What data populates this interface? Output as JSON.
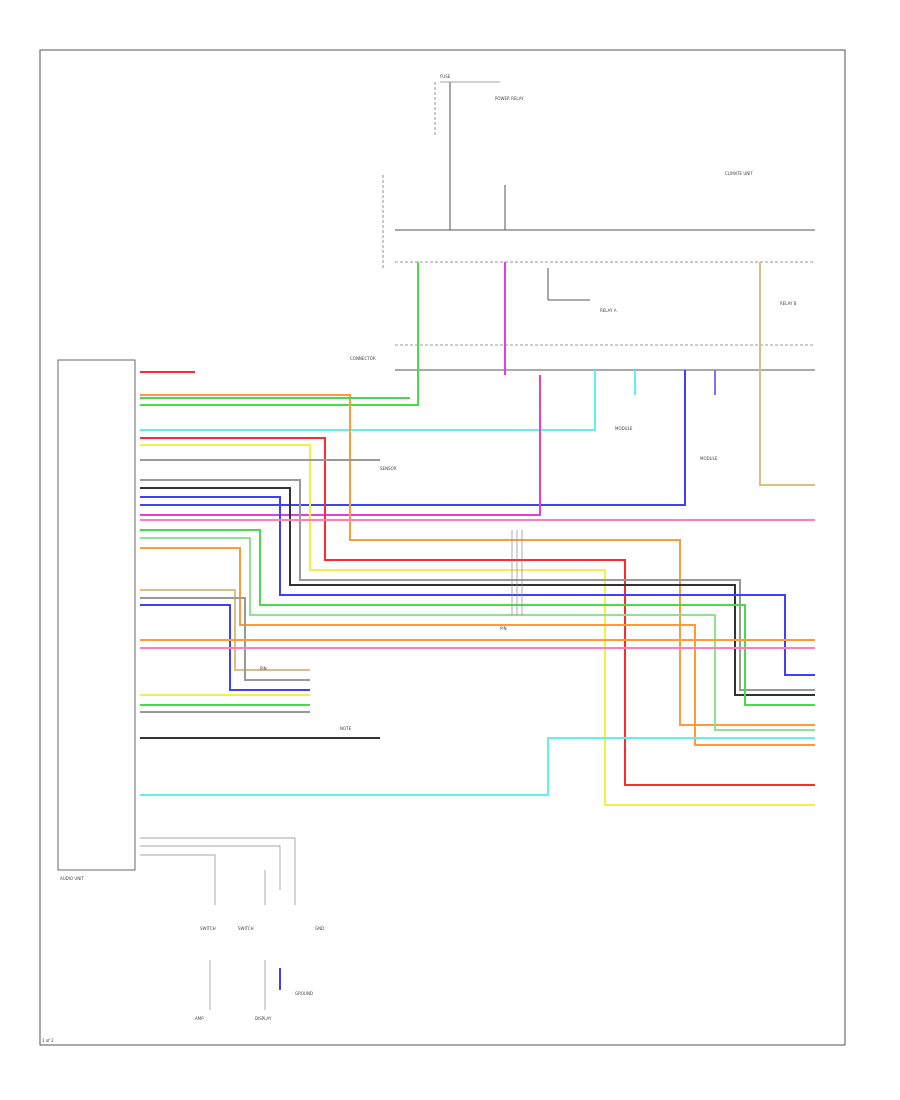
{
  "page_id": "1 of 2",
  "colors": {
    "red": "#ff2a2a",
    "orange": "#ff9a3c",
    "green": "#4cd94c",
    "light_green": "#8fe28f",
    "cyan": "#5ff0f0",
    "blue": "#3f3fff",
    "violet": "#8a6cff",
    "magenta": "#e040e0",
    "pink": "#ff7fb0",
    "yellow": "#f3ef4a",
    "tan": "#d8c080",
    "gray": "#999999",
    "black": "#333333"
  },
  "labels": {
    "top_fuse": "FUSE",
    "top_relay": "POWER RELAY",
    "top_right_note": "CLIMATE UNIT",
    "mid_connector": "CONNECTOR",
    "bottom_right_note": "NOTE",
    "pin_left": "PIN",
    "pin_right": "PIN",
    "relay_a": "RELAY A",
    "relay_b": "RELAY B",
    "switch_a": "SWITCH",
    "switch_b": "SWITCH",
    "module_a": "MODULE",
    "module_b": "MODULE",
    "ground": "GROUND",
    "sensor": "SENSOR",
    "amp": "AMP",
    "disp": "DISPLAY",
    "gnd_note": "GND",
    "audio_unit": "AUDIO UNIT"
  }
}
